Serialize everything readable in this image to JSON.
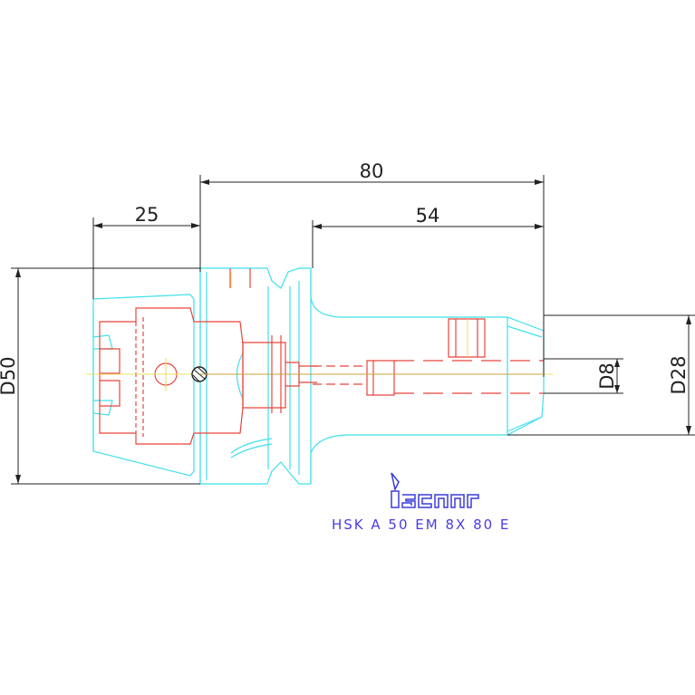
{
  "dimensions": {
    "overall_length": "80",
    "shank_length": "25",
    "projection_length": "54",
    "flange_diameter": "D50",
    "body_diameter": "D28",
    "bore_diameter": "D8"
  },
  "brand": {
    "logo_text": "iscar"
  },
  "designation": "HSK A 50 EM 8X 80 E",
  "colors": {
    "background": "#ffffff",
    "outline": "#3fe0ec",
    "hidden_parts": "#e8453c",
    "dimension_lines": "#222222",
    "center_line": "#e8e05a",
    "caption": "#4a3ee0"
  }
}
